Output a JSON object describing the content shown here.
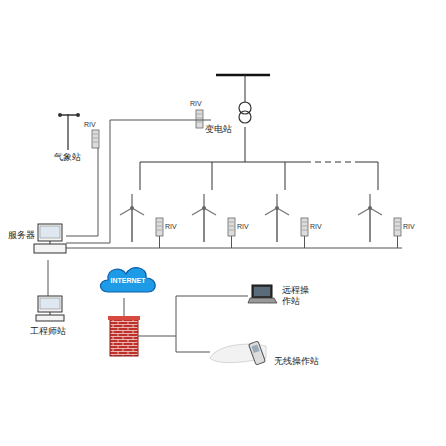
{
  "diagram": {
    "nodes": [
      {
        "text": [
          "气象站"
        ]
      },
      {
        "text": [
          "变电站"
        ]
      },
      {
        "text": [
          "服务器"
        ]
      },
      {
        "text": [
          "工程师站"
        ]
      },
      {
        "text": [
          "INTERNET"
        ]
      },
      {
        "text": [
          "远程操作站"
        ]
      },
      {
        "text": [
          "无线操作站"
        ]
      }
    ],
    "edges": [
      {
        "from": 2,
        "to": 0,
        "arrow": "none"
      },
      {
        "from": 2,
        "to": 1,
        "arrow": "none"
      },
      {
        "from": 2,
        "to": 3,
        "arrow": "none"
      }
    ],
    "labels": [
      "RIV",
      "RIV",
      "RIV",
      "RIV",
      "RIV",
      "RIV"
    ]
  }
}
